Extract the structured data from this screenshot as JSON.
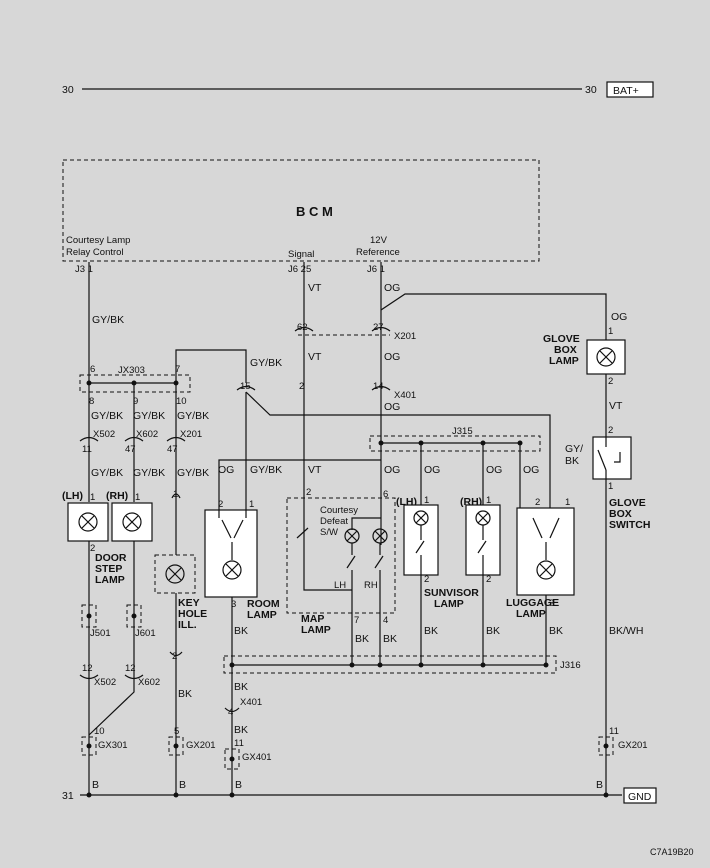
{
  "title": "B C M",
  "power": {
    "left_num": "30",
    "right_num": "30",
    "tag": "BAT+"
  },
  "ground": {
    "left_num": "31",
    "tag": "GND"
  },
  "bcm": {
    "relay_line1": "Courtesy Lamp",
    "relay_line2": "Relay Control",
    "relay_pin": "J3  1",
    "signal_label": "Signal",
    "signal_pin": "J6  25",
    "ref_line1": "12V",
    "ref_line2": "Reference",
    "ref_pin": "J6  1"
  },
  "wires": {
    "gybk": "GY/BK",
    "vt": "VT",
    "og": "OG",
    "bk": "BK",
    "bkwh": "BK/WH",
    "b": "B",
    "gy": "GY/",
    "bk_part": "BK"
  },
  "connectors": {
    "x201": "X201",
    "x401": "X401",
    "jx303": "JX303",
    "x502": "X502",
    "x602": "X602",
    "j315": "J315",
    "j316": "J316",
    "j501": "J501",
    "j601": "J601",
    "gx301": "GX301",
    "gx201": "GX201",
    "gx401": "GX401"
  },
  "pins": {
    "p62": "62",
    "p27": "27",
    "p15": "15",
    "p2": "2",
    "p14": "14",
    "p6": "6",
    "p7": "7",
    "p8": "8",
    "p9": "9",
    "p10": "10",
    "p11": "11",
    "p47": "47",
    "p1": "1",
    "p3": "3",
    "p4": "4",
    "p5": "5",
    "p12": "12"
  },
  "components": {
    "lh": "(LH)",
    "rh": "(RH)",
    "door_step": [
      "DOOR",
      "STEP",
      "LAMP"
    ],
    "key_hole": [
      "KEY",
      "HOLE",
      "ILL."
    ],
    "room_lamp": [
      "ROOM",
      "LAMP"
    ],
    "map_lamp": [
      "MAP",
      "LAMP"
    ],
    "courtesy_sw": [
      "Courtesy",
      "Defeat",
      "S/W"
    ],
    "lh_plain": "LH",
    "rh_plain": "RH",
    "sunvisor": [
      "SUNVISOR",
      "LAMP"
    ],
    "luggage": [
      "LUGGAGE",
      "LAMP"
    ],
    "glove_lamp": [
      "GLOVE",
      "BOX",
      "LAMP"
    ],
    "glove_switch": [
      "GLOVE",
      "BOX",
      "SWITCH"
    ]
  },
  "code": "C7A19B20"
}
